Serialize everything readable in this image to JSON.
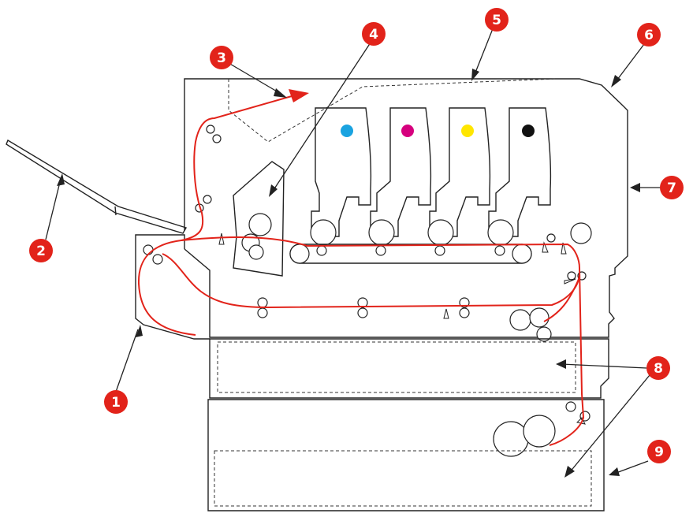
{
  "callouts": [
    {
      "id": "1",
      "label": "1"
    },
    {
      "id": "2",
      "label": "2"
    },
    {
      "id": "3",
      "label": "3"
    },
    {
      "id": "4",
      "label": "4"
    },
    {
      "id": "5",
      "label": "5"
    },
    {
      "id": "6",
      "label": "6"
    },
    {
      "id": "7",
      "label": "7"
    },
    {
      "id": "8",
      "label": "8"
    },
    {
      "id": "9",
      "label": "9"
    }
  ],
  "colors": {
    "callout": "#e2231a",
    "paper_path": "#e2231a",
    "toner_cyan": "#1aa3e0",
    "toner_magenta": "#d6007e",
    "toner_yellow": "#ffe600",
    "toner_black": "#111111"
  }
}
